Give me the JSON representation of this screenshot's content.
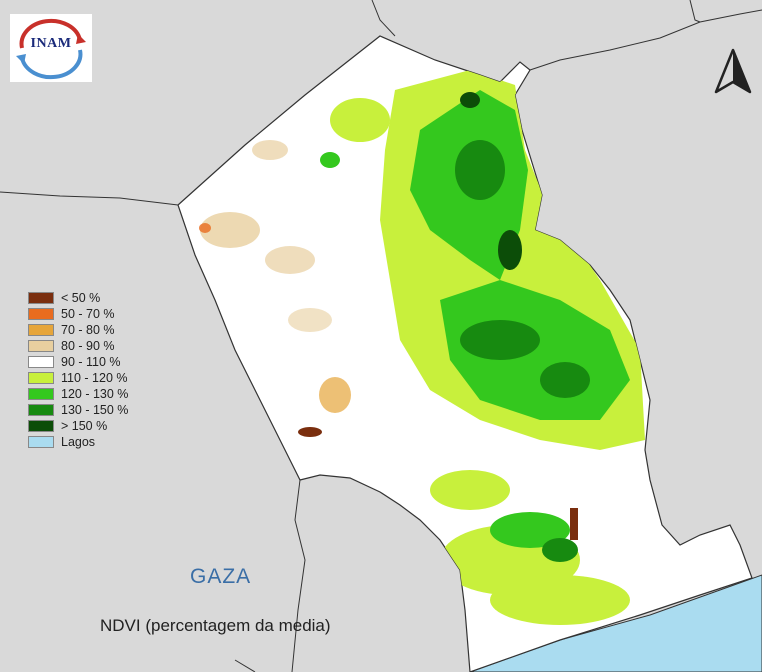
{
  "logo": {
    "text": "INAM"
  },
  "legend": {
    "items": [
      {
        "label": "< 50 %",
        "color": "#7a2e0e"
      },
      {
        "label": "50 - 70 %",
        "color": "#e96c1f"
      },
      {
        "label": "70 - 80 %",
        "color": "#e6a53a"
      },
      {
        "label": "80 - 90 %",
        "color": "#e8cf9f"
      },
      {
        "label": "90 - 110 %",
        "color": "#ffffff"
      },
      {
        "label": "110 - 120 %",
        "color": "#c8f03c"
      },
      {
        "label": "120 - 130 %",
        "color": "#34c81e"
      },
      {
        "label": "130 - 150 %",
        "color": "#178a10"
      },
      {
        "label": "> 150 %",
        "color": "#0c4d08"
      },
      {
        "label": "Lagos",
        "color": "#aadcf0"
      }
    ]
  },
  "region_name": "GAZA",
  "subtitle": "NDVI (percentagem da media)",
  "colors": {
    "outside": "#d9d9d9",
    "ocean": "#aadcf0",
    "province": "#ffffff",
    "border": "#333333"
  },
  "icons": [
    "north-arrow-icon",
    "inam-logo"
  ]
}
